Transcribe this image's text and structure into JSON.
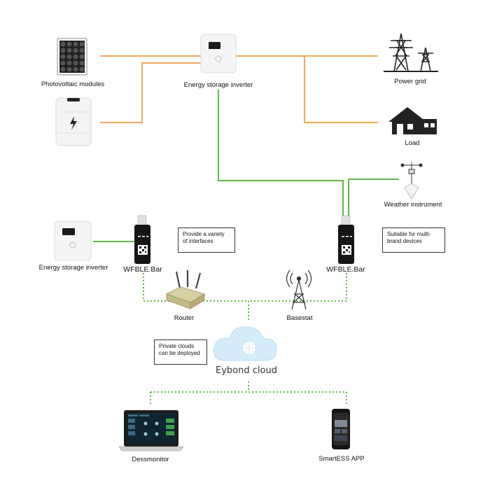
{
  "nodes": {
    "pv": "Photovoltaic modules",
    "inverter_top": "Energy storage inverter",
    "grid": "Power grid",
    "load": "Load",
    "weather": "Weather instrument",
    "inverter_left": "Energy storage inverter",
    "wfble_left": "WFBLE.Bar",
    "wfble_right": "WFBLE.Bar",
    "router": "Router",
    "basestat": "Basestat",
    "cloud": "Eybond cloud",
    "dessmonitor": "Dessmonitor",
    "app": "SmartESS APP"
  },
  "notes": {
    "interfaces": [
      "Provide a variety",
      "of interfaces"
    ],
    "multibrand": [
      "Suitable for multi-",
      "brand devices"
    ],
    "private": [
      "Private clouds",
      "can be deployed"
    ]
  },
  "colors": {
    "power_line": "#f0a95a",
    "data_line": "#5cb843",
    "wireless_line": "#5cb843",
    "device_body": "#f4f4f4",
    "dongle_body": "#151515"
  }
}
